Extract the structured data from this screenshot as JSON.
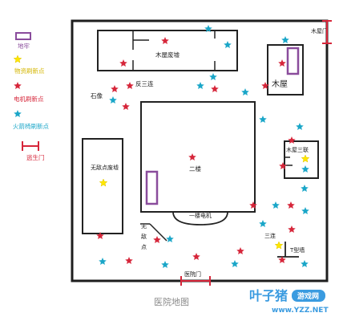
{
  "legend": {
    "cell_label": "地牢",
    "yellow_label": "物资刷新点",
    "red_label": "电机刷新点",
    "cyan_label": "火箭椅刷新点",
    "gate_label": "逃生门"
  },
  "labels": {
    "cabin_ruin": "木屋废墟",
    "cabin": "木屋",
    "cabin_gate": "木屋门",
    "reverse_triple": "反三连",
    "statue": "石像",
    "cabin_triple": "木屋三联",
    "no_enemy_ruin": "无敌点废墟",
    "second_floor": "二楼",
    "first_floor_motor": "一楼电机",
    "no_enemy_a": "无",
    "no_enemy_b": "敌",
    "no_enemy_c": "点",
    "triple": "三连",
    "t_wall": "T型墙",
    "hospital_gate": "医院门"
  },
  "caption": "医院地图",
  "watermark": {
    "brand": "叶子猪",
    "badge": "游戏网",
    "url": "www.YZZ.NET"
  },
  "colors": {
    "red": "#d6263a",
    "yellow": "#ffe600",
    "cyan": "#1aa6c8",
    "purple": "#8a4c9c",
    "wall": "#1e1e1e"
  },
  "markers": {
    "yellow_stars": 3,
    "red_stars": 20,
    "cyan_stars": 19,
    "escape_gates": 2,
    "dungeons": 2
  }
}
